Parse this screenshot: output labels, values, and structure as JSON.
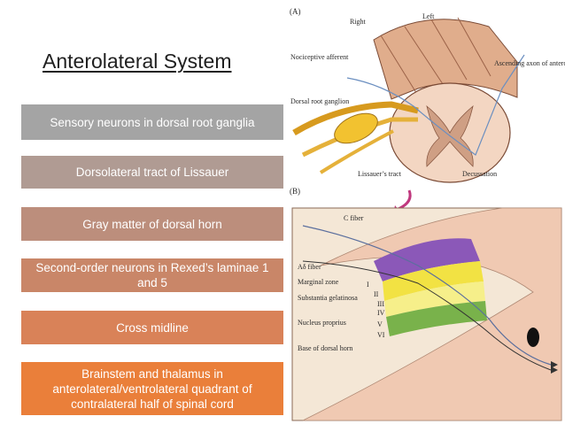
{
  "title": "Anterolateral System",
  "steps": [
    "Sensory neurons in dorsal root ganglia",
    "Dorsolateral tract of Lissauer",
    "Gray matter of dorsal horn",
    "Second-order neurons in Rexed’s laminae 1 and 5",
    "Cross midline",
    "Brainstem and thalamus in anterolateral/ventrolateral quadrant of contralateral half of spinal cord"
  ],
  "figure": {
    "panel_a": "(A)",
    "panel_b": "(B)",
    "right": "Right",
    "left": "Left",
    "nociceptive_afferent": "Nociceptive afferent",
    "dorsal_root_ganglion": "Dorsal root ganglion",
    "ascending_axon": "Ascending axon of anterolateral tract",
    "lissauers_tract": "Lissauer’s tract",
    "decussation": "Decussation",
    "c_fiber": "C fiber",
    "a_delta_fiber": "Aδ fiber",
    "marginal_zone": "Marginal zone",
    "substantia_gelatinosa": "Substantia gelatinosa",
    "nucleus_proprius": "Nucleus proprius",
    "base_of_dorsal_horn": "Base of dorsal horn",
    "laminae": [
      "I",
      "II",
      "III",
      "IV",
      "V",
      "VI"
    ]
  },
  "colors": {
    "box1": "#a4a4a4",
    "box6": "#ea7f3a",
    "cord": "#e3b79a",
    "ganglion": "#f2c230",
    "lamina_purple": "#8b58b8",
    "lamina_yellow": "#f2e243",
    "lamina_green": "#79b24b"
  }
}
